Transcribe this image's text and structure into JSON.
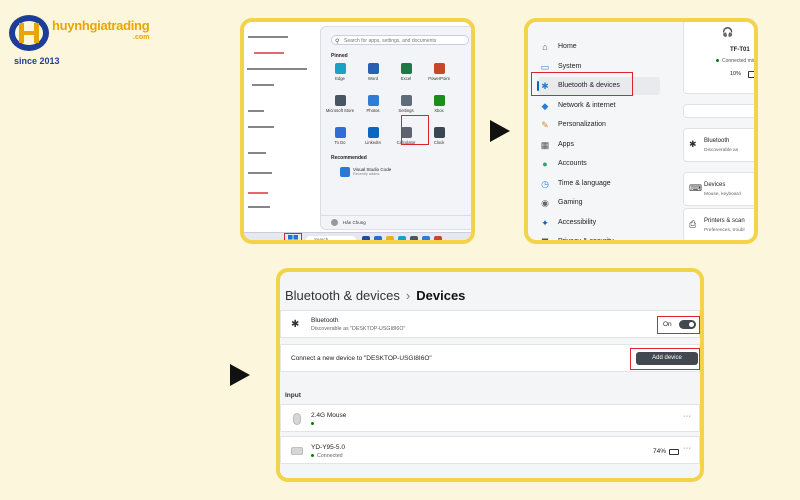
{
  "logo": {
    "brand": "huynhgiatrading",
    "domain": ".com",
    "since": "since 2013",
    "mark": "HG"
  },
  "start_menu": {
    "search_placeholder": "Search for apps, settings, and documents",
    "pinned_label": "Pinned",
    "apps": [
      {
        "name": "Edge",
        "color": "#1ba1c6"
      },
      {
        "name": "Word",
        "color": "#2b5fb4"
      },
      {
        "name": "Excel",
        "color": "#1e7a45"
      },
      {
        "name": "PowerPoint",
        "color": "#c9462c"
      },
      {
        "name": "Microsoft Store",
        "color": "#4a5563"
      },
      {
        "name": "Photos",
        "color": "#2f7bd6"
      },
      {
        "name": "Settings",
        "color": "#5f6b7a"
      },
      {
        "name": "Xbox",
        "color": "#1c8c1c"
      },
      {
        "name": "To Do",
        "color": "#2d6fd6"
      },
      {
        "name": "LinkedIn",
        "color": "#0a66c2"
      },
      {
        "name": "Calculator",
        "color": "#5c6470"
      },
      {
        "name": "Clock",
        "color": "#3c4653"
      }
    ],
    "recommended_label": "Recommended",
    "recommended": [
      {
        "name": "Visual Studio Code",
        "sub": "Recently added"
      }
    ],
    "user_name": "Hân Chung",
    "taskbar_search": "Search"
  },
  "settings_nav": {
    "items": [
      {
        "label": "Home",
        "icon": "⌂"
      },
      {
        "label": "System",
        "icon": "▭"
      },
      {
        "label": "Bluetooth & devices",
        "icon": "✱"
      },
      {
        "label": "Network & internet",
        "icon": "◆"
      },
      {
        "label": "Personalization",
        "icon": "✎"
      },
      {
        "label": "Apps",
        "icon": "▦"
      },
      {
        "label": "Accounts",
        "icon": "●"
      },
      {
        "label": "Time & language",
        "icon": "◷"
      },
      {
        "label": "Gaming",
        "icon": "◉"
      },
      {
        "label": "Accessibility",
        "icon": "✦"
      },
      {
        "label": "Privacy & security",
        "icon": "⛊"
      }
    ],
    "right": {
      "device_name": "TF-T01",
      "device_status": "Connected mic,",
      "battery": "10%",
      "cards": [
        {
          "title": "Bluetooth",
          "sub": "Discoverable as"
        },
        {
          "title": "Devices",
          "sub": "Mouse, keyboard"
        },
        {
          "title": "Printers & scan",
          "sub": "Preferences, troubl"
        }
      ]
    }
  },
  "devices_page": {
    "breadcrumb_parent": "Bluetooth & devices",
    "breadcrumb_sep": "›",
    "breadcrumb_current": "Devices",
    "bluetooth_title": "Bluetooth",
    "bluetooth_sub": "Discoverable as \"DESKTOP-USGI8I6O\"",
    "toggle_state": "On",
    "connect_text": "Connect a new device to \"DESKTOP-USGI8I6O\"",
    "add_device_label": "Add device",
    "section_input": "Input",
    "devices": [
      {
        "name": "2.4G Mouse",
        "status": "",
        "battery": ""
      },
      {
        "name": "YD-Y95-5.0",
        "status": "Connected",
        "battery": "74%"
      }
    ],
    "more_label": "···"
  }
}
